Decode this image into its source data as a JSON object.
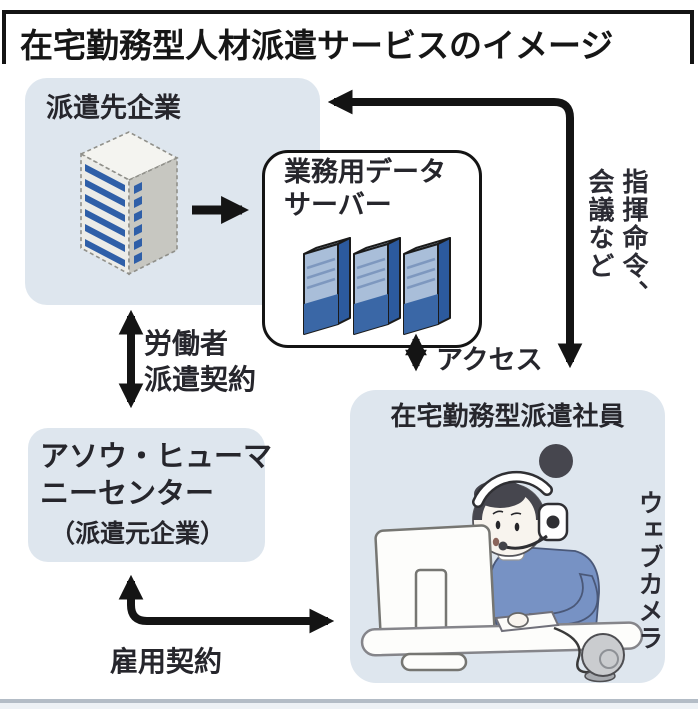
{
  "title": "在宅勤務型人材派遣サービスのイメージ",
  "nodes": {
    "client_company": {
      "label": "派遣先企業"
    },
    "data_server": {
      "label_line1": "業務用データ",
      "label_line2": "サーバー"
    },
    "agency": {
      "name_line1": "アソウ・ヒューマ",
      "name_line2": "ニーセンター",
      "subtitle": "（派遣元企業）"
    },
    "teleworker": {
      "label": "在宅勤務型派遣社員"
    }
  },
  "labels": {
    "command_col1": "指揮命令、",
    "command_col2": "会議など",
    "access": "アクセス",
    "dispatch_line1": "労働者",
    "dispatch_line2": "派遣契約",
    "employment": "雇用契約",
    "webcam": "ウェブカメラ"
  },
  "icons": {
    "office_building": "office-building-illustration",
    "server_rack": "server-rack-illustration",
    "teleworker_scene": "woman-with-headset-at-computer-illustration",
    "webcam_device": "webcam-illustration"
  },
  "colors": {
    "panel_fill": "#dee6ee",
    "arrow_black": "#141414",
    "text_dark": "#26262c",
    "window_blue": "#2f5fa8",
    "server_blue": "#3a67a6",
    "server_side_blue": "#2c5a9e",
    "sweater_blue": "#7792c4",
    "webcam_gray": "#cacccf"
  }
}
